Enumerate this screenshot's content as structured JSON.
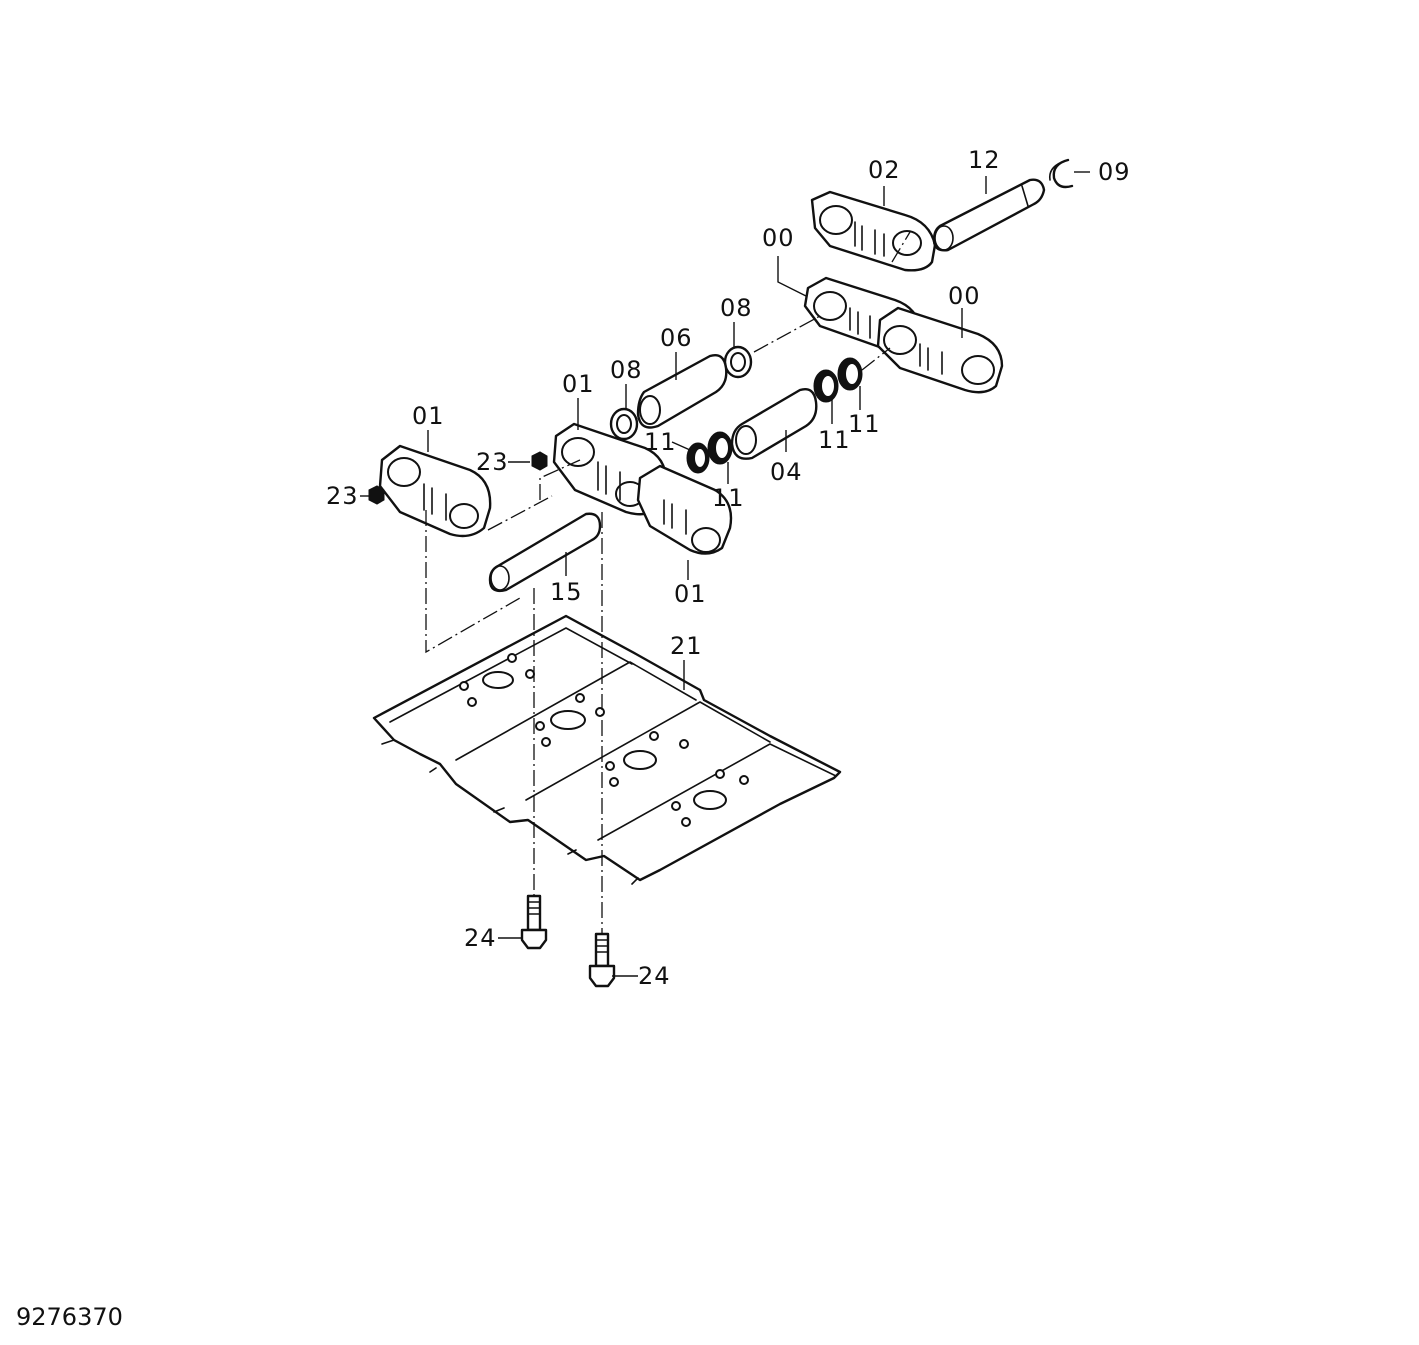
{
  "figure_number": "9276370",
  "callouts": {
    "c02": "02",
    "c12": "12",
    "c09": "09",
    "c00_left": "00",
    "c00_right": "00",
    "c08_upper": "08",
    "c06": "06",
    "c08_lower": "08",
    "c01_top_mid": "01",
    "c01_top_left": "01",
    "c23_upper": "23",
    "c23_lower": "23",
    "c11_a": "11",
    "c11_b": "11",
    "c11_c": "11",
    "c11_d": "11",
    "c04": "04",
    "c15": "15",
    "c01_bottom": "01",
    "c21": "21",
    "c24_left": "24",
    "c24_right": "24"
  }
}
